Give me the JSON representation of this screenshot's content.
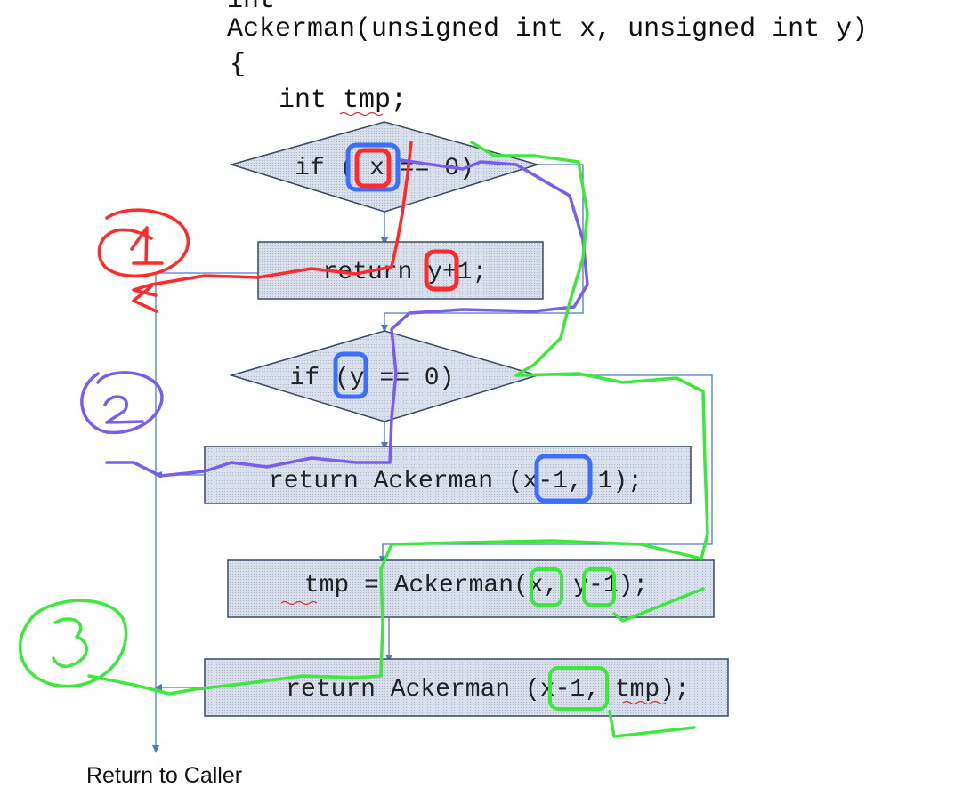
{
  "code": {
    "top_line_partial": "int",
    "signature": "Ackerman(unsigned int x, unsigned int y)",
    "open_brace": "{",
    "declaration": "int tmp;"
  },
  "flowchart": {
    "decision1": "if ( x == 0)",
    "return1": "return y+1;",
    "decision2": "if (y == 0)",
    "return2": "return Ackerman (x-1, 1);",
    "assign_tmp": "tmp = Ackerman(x, y-1);",
    "return3": "return Ackerman (x-1, tmp);",
    "exit_label": "Return to Caller"
  },
  "annotations": {
    "case1_label": "1",
    "case2_label": "2",
    "case3_label": "3",
    "colors": {
      "case1": "#ff2a2a",
      "case2": "#7a5cf0",
      "case3": "#3be83b",
      "highlight_blue": "#3a6fff",
      "flow_line": "#4a7cc0",
      "box_fill": "#cdd6e6",
      "box_border": "#3a4a63"
    }
  }
}
